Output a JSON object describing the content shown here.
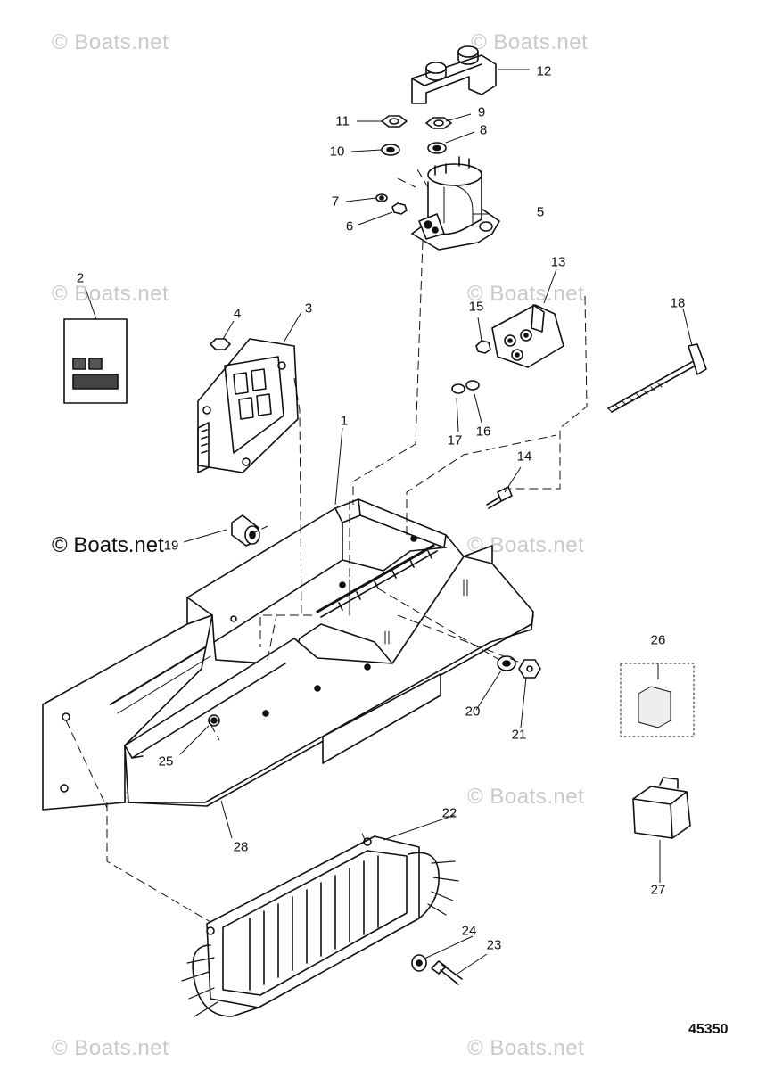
{
  "watermark": "© Boats.net",
  "drawing_number": "45350",
  "callouts": [
    {
      "id": "1",
      "label": "1"
    },
    {
      "id": "2",
      "label": "2"
    },
    {
      "id": "3",
      "label": "3"
    },
    {
      "id": "4",
      "label": "4"
    },
    {
      "id": "5",
      "label": "5"
    },
    {
      "id": "6",
      "label": "6"
    },
    {
      "id": "7",
      "label": "7"
    },
    {
      "id": "8",
      "label": "8"
    },
    {
      "id": "9",
      "label": "9"
    },
    {
      "id": "10",
      "label": "10"
    },
    {
      "id": "11",
      "label": "11"
    },
    {
      "id": "12",
      "label": "12"
    },
    {
      "id": "13",
      "label": "13"
    },
    {
      "id": "14",
      "label": "14"
    },
    {
      "id": "15",
      "label": "15"
    },
    {
      "id": "16",
      "label": "16"
    },
    {
      "id": "17",
      "label": "17"
    },
    {
      "id": "18",
      "label": "18"
    },
    {
      "id": "19",
      "label": "19"
    },
    {
      "id": "20",
      "label": "20"
    },
    {
      "id": "21",
      "label": "21"
    },
    {
      "id": "22",
      "label": "22"
    },
    {
      "id": "23",
      "label": "23"
    },
    {
      "id": "24",
      "label": "24"
    },
    {
      "id": "25",
      "label": "25"
    },
    {
      "id": "26",
      "label": "26"
    },
    {
      "id": "27",
      "label": "27"
    },
    {
      "id": "28",
      "label": "28"
    }
  ]
}
